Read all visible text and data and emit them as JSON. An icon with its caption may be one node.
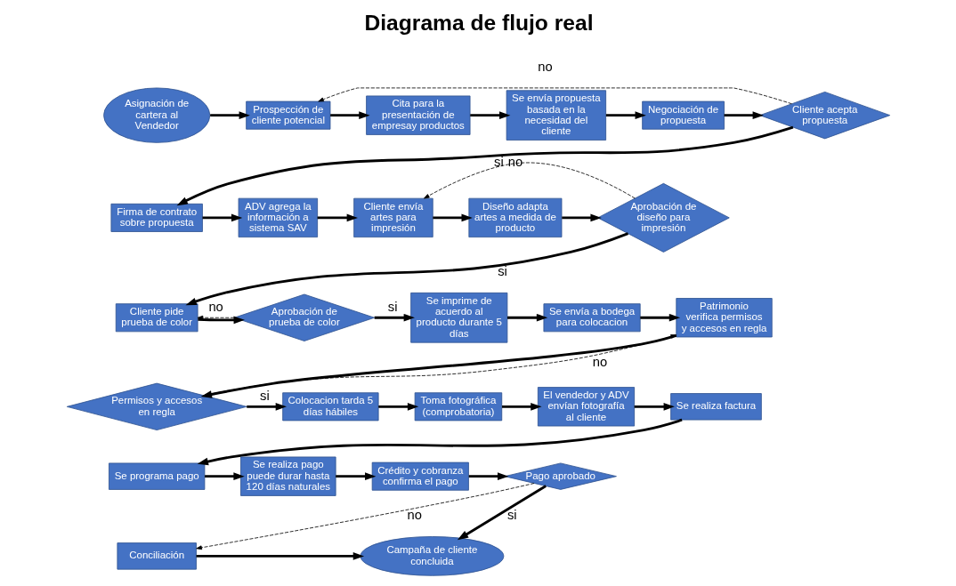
{
  "diagram": {
    "title": "Diagrama de flujo real",
    "nodes": [
      {
        "text": [
          "Asignación de cartera al Vendedor"
        ]
      },
      {
        "text": [
          "Prospección de cliente potencial"
        ]
      },
      {
        "text": [
          "Cita para la presentación de empresay productos"
        ]
      },
      {
        "text": [
          "Se envía propuesta basada en la necesidad del cliente"
        ]
      },
      {
        "text": [
          "Negociación de propuesta"
        ]
      },
      {
        "text": [
          "Cliente acepta propuesta"
        ]
      },
      {
        "text": [
          "Firma de contrato sobre propuesta"
        ]
      },
      {
        "text": [
          "ADV agrega la información a sistema SAV"
        ]
      },
      {
        "text": [
          "Cliente envía artes para impresión"
        ]
      },
      {
        "text": [
          "Diseño adapta artes a medida de producto"
        ]
      },
      {
        "text": [
          "Aprobación de diseño para impresión"
        ]
      },
      {
        "text": [
          "Cliente pide prueba de color"
        ]
      },
      {
        "text": [
          "Aprobación de prueba de color"
        ]
      },
      {
        "text": [
          "Se imprime de acuerdo al producto durante 5 días"
        ]
      },
      {
        "text": [
          "Se envía a bodega para colocacion"
        ]
      },
      {
        "text": [
          "Patrimonio verifica permisos y accesos en regla"
        ]
      },
      {
        "text": [
          "Permisos y accesos en regla"
        ]
      },
      {
        "text": [
          "Colocacion tarda 5 días hábiles"
        ]
      },
      {
        "text": [
          "Toma fotográfica (comprobatoria)"
        ]
      },
      {
        "text": [
          "El vendedor y ADV envían fotografía al cliente"
        ]
      },
      {
        "text": [
          "Se realiza factura"
        ]
      },
      {
        "text": [
          "Se programa pago"
        ]
      },
      {
        "text": [
          "Se realiza pago puede durar hasta 120 días naturales"
        ]
      },
      {
        "text": [
          "Crédito y cobranza confirma el pago"
        ]
      },
      {
        "text": [
          "Pago aprobado"
        ]
      },
      {
        "text": [
          "Conciliación"
        ]
      },
      {
        "text": [
          "Campaña de cliente concluida"
        ]
      }
    ],
    "edges": [
      {
        "from": 0,
        "to": 1,
        "arrow": "to"
      },
      {
        "from": 1,
        "to": 2,
        "arrow": "to"
      },
      {
        "from": 2,
        "to": 3,
        "arrow": "to"
      },
      {
        "from": 3,
        "to": 4,
        "arrow": "to"
      },
      {
        "from": 4,
        "to": 5,
        "arrow": "to"
      },
      {
        "from": 5,
        "to": 1,
        "arrow": "to",
        "label": "no",
        "style": "dashed"
      },
      {
        "from": 5,
        "to": 6,
        "arrow": "to",
        "label": "si"
      },
      {
        "from": 6,
        "to": 7,
        "arrow": "to"
      },
      {
        "from": 7,
        "to": 8,
        "arrow": "to"
      },
      {
        "from": 8,
        "to": 9,
        "arrow": "to"
      },
      {
        "from": 9,
        "to": 10,
        "arrow": "to"
      },
      {
        "from": 10,
        "to": 8,
        "arrow": "to",
        "label": "no",
        "style": "dashed"
      },
      {
        "from": 10,
        "to": 11,
        "arrow": "to",
        "label": "si"
      },
      {
        "from": 11,
        "to": 12,
        "arrow": "to"
      },
      {
        "from": 12,
        "to": 11,
        "arrow": "to",
        "label": "no",
        "style": "dashed"
      },
      {
        "from": 12,
        "to": 13,
        "arrow": "to",
        "label": "si"
      },
      {
        "from": 13,
        "to": 14,
        "arrow": "to"
      },
      {
        "from": 14,
        "to": 15,
        "arrow": "to"
      },
      {
        "from": 15,
        "to": 16,
        "arrow": "to"
      },
      {
        "from": 16,
        "to": 17,
        "arrow": "to",
        "label": "si"
      },
      {
        "from": 16,
        "to": 15,
        "arrow": "to",
        "label": "no",
        "style": "dashed"
      },
      {
        "from": 17,
        "to": 18,
        "arrow": "to"
      },
      {
        "from": 18,
        "to": 19,
        "arrow": "to"
      },
      {
        "from": 19,
        "to": 20,
        "arrow": "to"
      },
      {
        "from": 20,
        "to": 21,
        "arrow": "to"
      },
      {
        "from": 21,
        "to": 22,
        "arrow": "to"
      },
      {
        "from": 22,
        "to": 23,
        "arrow": "to"
      },
      {
        "from": 23,
        "to": 24,
        "arrow": "to"
      },
      {
        "from": 24,
        "to": 25,
        "arrow": "to",
        "label": "no",
        "style": "dashed"
      },
      {
        "from": 24,
        "to": 26,
        "arrow": "to",
        "label": "si"
      },
      {
        "from": 25,
        "to": 26,
        "arrow": "to"
      }
    ]
  }
}
